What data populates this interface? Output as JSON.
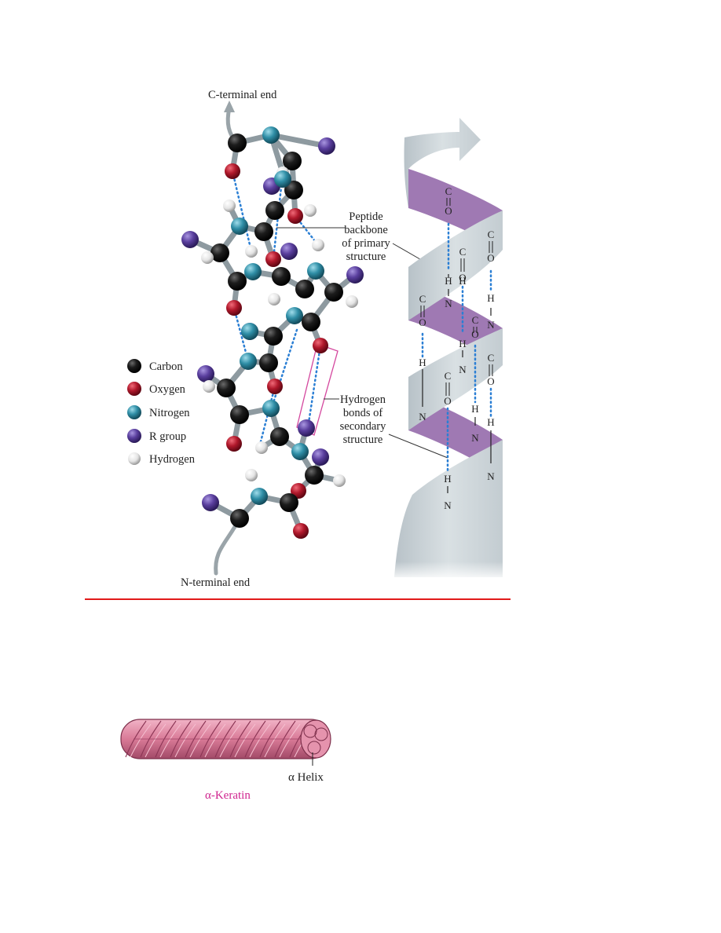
{
  "diagram": {
    "labels": {
      "c_terminal": "C-terminal end",
      "n_terminal": "N-terminal end",
      "peptide": [
        "Peptide",
        "backbone",
        "of primary",
        "structure"
      ],
      "hydrogen": [
        "Hydrogen",
        "bonds of",
        "secondary",
        "structure"
      ]
    },
    "legend": [
      {
        "key": "carbon",
        "label": "Carbon",
        "color": "#141414"
      },
      {
        "key": "oxygen",
        "label": "Oxygen",
        "color": "#b0182b"
      },
      {
        "key": "nitrogen",
        "label": "Nitrogen",
        "color": "#2f8ea6"
      },
      {
        "key": "rgroup",
        "label": "R group",
        "color": "#5a3f9e"
      },
      {
        "key": "hydrogen",
        "label": "Hydrogen",
        "color": "#e6e6e6"
      }
    ],
    "helix_letters": {
      "carbon": "C",
      "oxygen": "O",
      "nitrogen": "N",
      "hydrogen": "H"
    }
  },
  "keratin": {
    "helix_label": "α Helix",
    "title": "α-Keratin",
    "title_color": "#d0258f",
    "rope_color": "#d97a97"
  },
  "divider_color": "#e11a1a"
}
